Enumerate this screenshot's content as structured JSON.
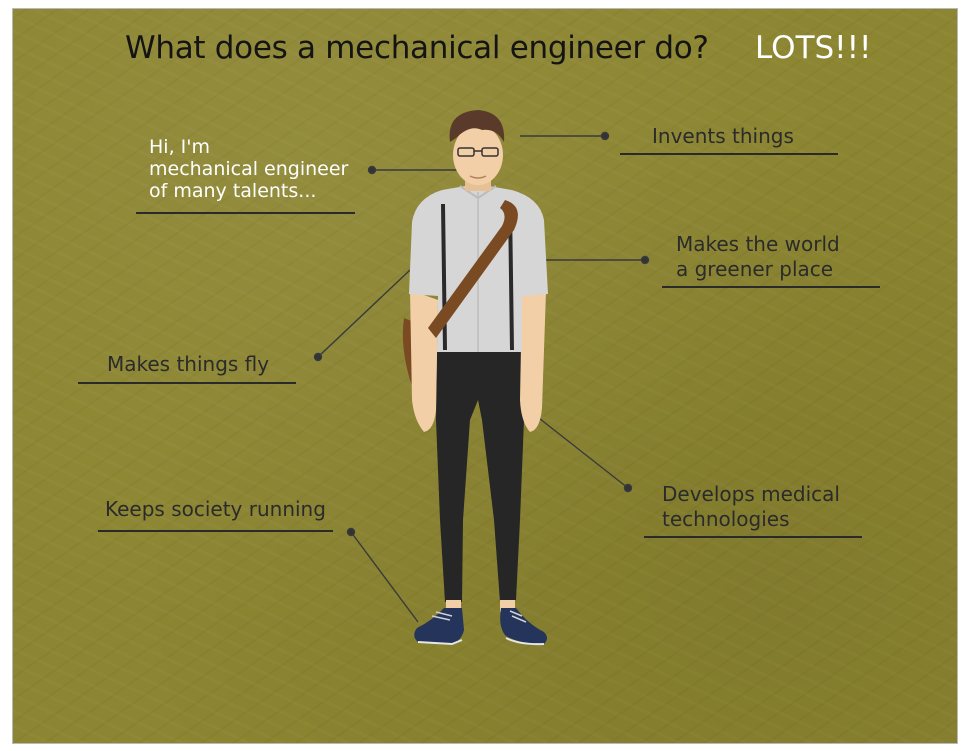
{
  "title": "What does a mechanical engineer do?",
  "title_exclaim": "LOTS!!!",
  "labels": {
    "intro_line1": "Hi, I'm",
    "intro_line2": "mechanical engineer",
    "intro_line3": "of many talents...",
    "invents": "Invents things",
    "greener_line1": "Makes the world",
    "greener_line2": "a greener place",
    "fly": "Makes things fly",
    "society": "Keeps society running",
    "medical_line1": "Develops medical",
    "medical_line2": "technologies"
  },
  "colors": {
    "background": "#8c8531",
    "title": "#141414",
    "exclaim": "#ffffff",
    "label": "#2b2b2b",
    "shirt": "#d6d6d6",
    "pants": "#262626",
    "bag": "#7a4a23",
    "shoes": "#25345a",
    "skin": "#f2cfa6",
    "hair": "#5a3a2a"
  }
}
